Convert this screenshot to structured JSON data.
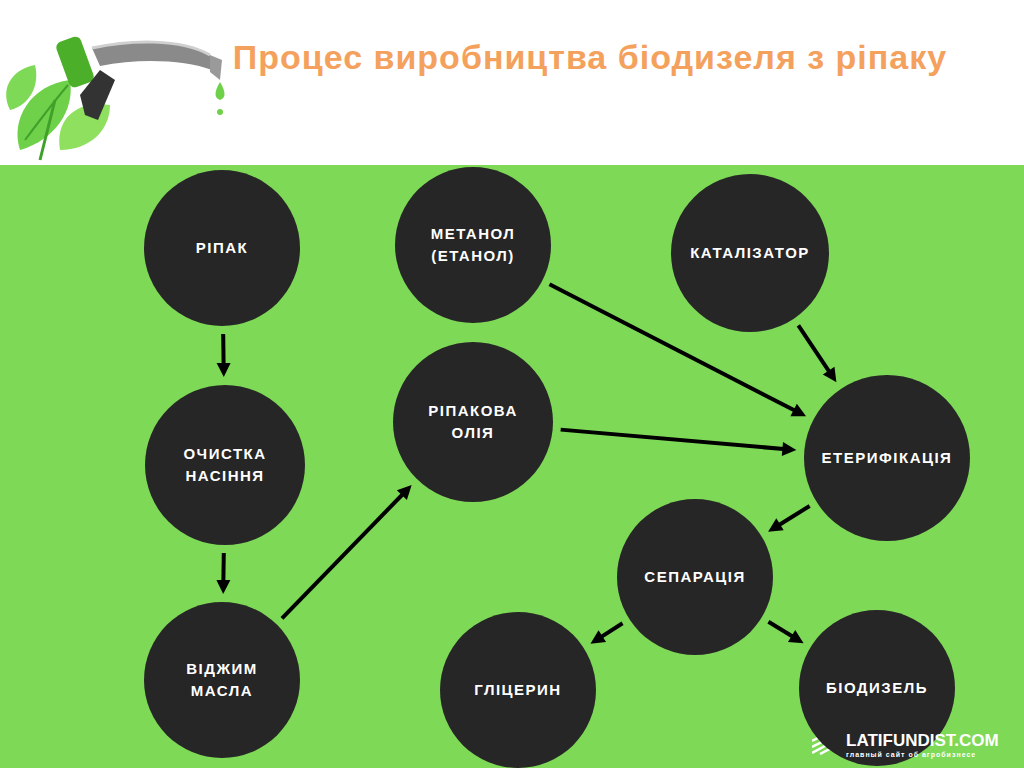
{
  "diagram": {
    "title": "Процес виробництва біодизеля з ріпаку",
    "nodes": [
      {
        "text": [
          "РІПАК"
        ]
      },
      {
        "text": [
          "МЕТАНОЛ (ЕТАНОЛ)"
        ]
      },
      {
        "text": [
          "КАТАЛІЗАТОР"
        ]
      },
      {
        "text": [
          "РІПАКОВА ОЛІЯ"
        ]
      },
      {
        "text": [
          "ОЧИСТКА НАСІННЯ"
        ]
      },
      {
        "text": [
          "ЕТЕРИФІКАЦІЯ"
        ]
      },
      {
        "text": [
          "СЕПАРАЦІЯ"
        ]
      },
      {
        "text": [
          "ВІДЖИМ МАСЛА"
        ]
      },
      {
        "text": [
          "ГЛІЦЕРИН"
        ]
      },
      {
        "text": [
          "БІОДИЗЕЛЬ"
        ]
      }
    ],
    "edges": [
      {
        "from": 0,
        "to": 4,
        "arrow": "to"
      },
      {
        "from": 4,
        "to": 7,
        "arrow": "to"
      },
      {
        "from": 7,
        "to": 3,
        "arrow": "to"
      },
      {
        "from": 1,
        "to": 5,
        "arrow": "to"
      },
      {
        "from": 3,
        "to": 5,
        "arrow": "to"
      },
      {
        "from": 2,
        "to": 5,
        "arrow": "to"
      },
      {
        "from": 5,
        "to": 6,
        "arrow": "to"
      },
      {
        "from": 6,
        "to": 8,
        "arrow": "to"
      },
      {
        "from": 6,
        "to": 9,
        "arrow": "to"
      }
    ],
    "labels": [
      "LATIFUNDIST.COM",
      "главный сайт об агробизнесе"
    ]
  }
}
